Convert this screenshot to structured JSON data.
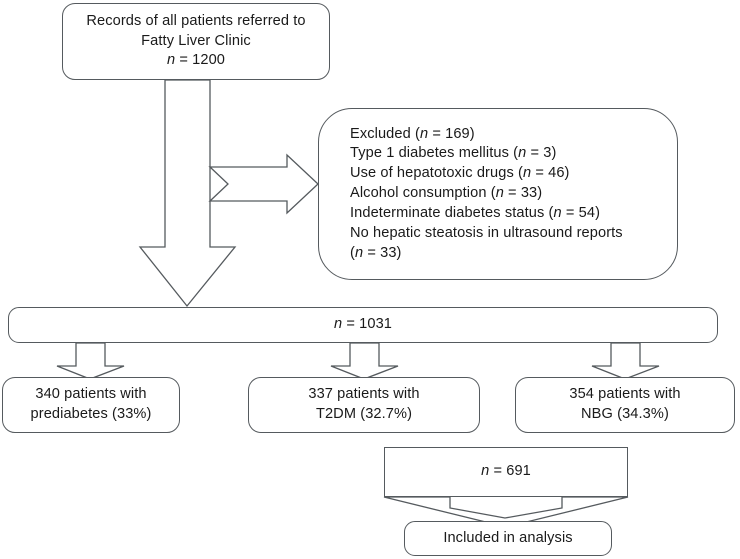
{
  "diagram": {
    "title": "Patient flow diagram",
    "type": "flowchart",
    "nodes": {
      "source": {
        "name": "source-records",
        "line1": "Records of all patients referred to",
        "line2": "Fatty Liver Clinic",
        "n_label": "n",
        "n_eq": " = 1200",
        "n_value": 1200
      },
      "excluded": {
        "name": "excluded-criteria",
        "total_label": "Excluded (",
        "total_n": "n",
        "total_value": " = 169)",
        "items": [
          {
            "text": "Type 1 diabetes mellitus (",
            "n": "n",
            "value": " = 3)"
          },
          {
            "text": "Use of hepatotoxic drugs (",
            "n": "n",
            "value": " = 46)"
          },
          {
            "text": "Alcohol consumption (",
            "n": "n",
            "value": " = 33)"
          },
          {
            "text": "Indeterminate diabetes status (",
            "n": "n",
            "value": " = 54)"
          }
        ],
        "last_text": "No hepatic steatosis in ultrasound reports",
        "last_n": "n",
        "last_value": " = 33)",
        "last_paren": "("
      },
      "eligible": {
        "name": "eligible-cohort",
        "n_label": "n",
        "n_eq": " = 1031",
        "n_value": 1031
      },
      "prediabetes": {
        "name": "group-prediabetes",
        "line1": "340 patients with",
        "line2": "prediabetes (33%)",
        "count": 340,
        "percent": "33%"
      },
      "t2dm": {
        "name": "group-t2dm",
        "line1": "337 patients with",
        "line2": "T2DM (32.7%)",
        "count": 337,
        "percent": "32.7%"
      },
      "nbg": {
        "name": "group-nbg",
        "line1": "354 patients with",
        "line2": "NBG (34.3%)",
        "count": 354,
        "percent": "34.3%"
      },
      "subset": {
        "name": "analysis-subset",
        "n_label": "n",
        "n_eq": " = 691",
        "n_value": 691
      },
      "included": {
        "name": "included-in-analysis",
        "label": "Included in analysis"
      }
    },
    "connectors": [
      {
        "name": "arrow-source-to-eligible",
        "direction": "down",
        "style": "block-arrow"
      },
      {
        "name": "arrow-source-to-excluded",
        "direction": "right",
        "style": "block-arrow-notched"
      },
      {
        "name": "arrow-eligible-to-prediabetes",
        "direction": "down",
        "style": "block-arrow"
      },
      {
        "name": "arrow-eligible-to-t2dm",
        "direction": "down",
        "style": "block-arrow"
      },
      {
        "name": "arrow-eligible-to-nbg",
        "direction": "down",
        "style": "block-arrow"
      },
      {
        "name": "arrow-subset-to-included",
        "direction": "down",
        "style": "block-arrow-wide"
      }
    ],
    "colors": {
      "stroke": "#555a5e",
      "text": "#1a1a1a",
      "background": "#ffffff"
    }
  }
}
